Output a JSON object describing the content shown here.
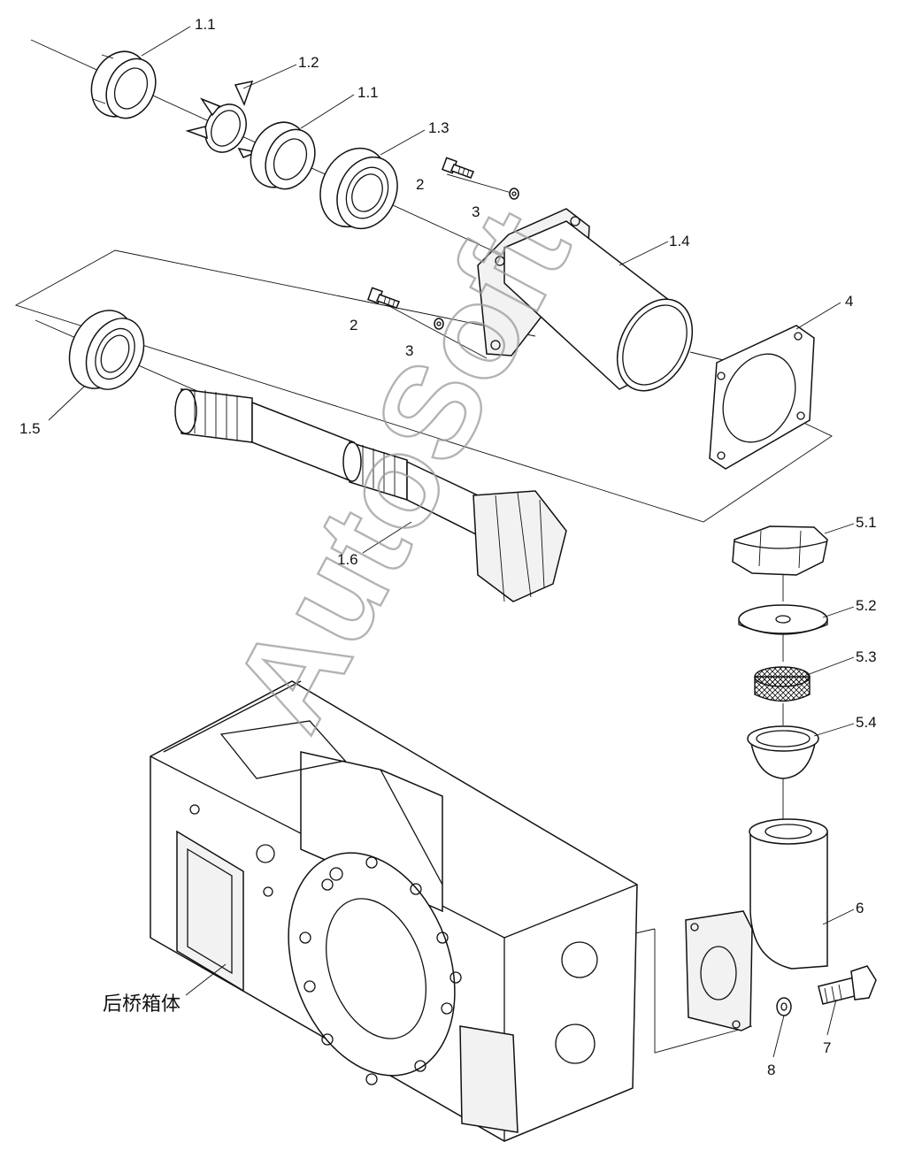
{
  "callouts": {
    "nut_top": "1.1",
    "lock_washer": "1.2",
    "nut_second": "1.1",
    "bearing_upper": "1.3",
    "bolt_upper": "2",
    "washer_upper": "3",
    "bearing_housing": "1.4",
    "bolt_lower": "2",
    "washer_lower": "3",
    "gasket": "4",
    "bearing_lower": "1.5",
    "shaft": "1.6",
    "cap": "5.1",
    "cap_gasket": "5.2",
    "filter_screen": "5.3",
    "filter_cup": "5.4",
    "filler_elbow": "6",
    "elbow_bolt": "7",
    "elbow_washer": "8"
  },
  "housing_label": "后桥箱体",
  "watermark": "AutoSoft"
}
